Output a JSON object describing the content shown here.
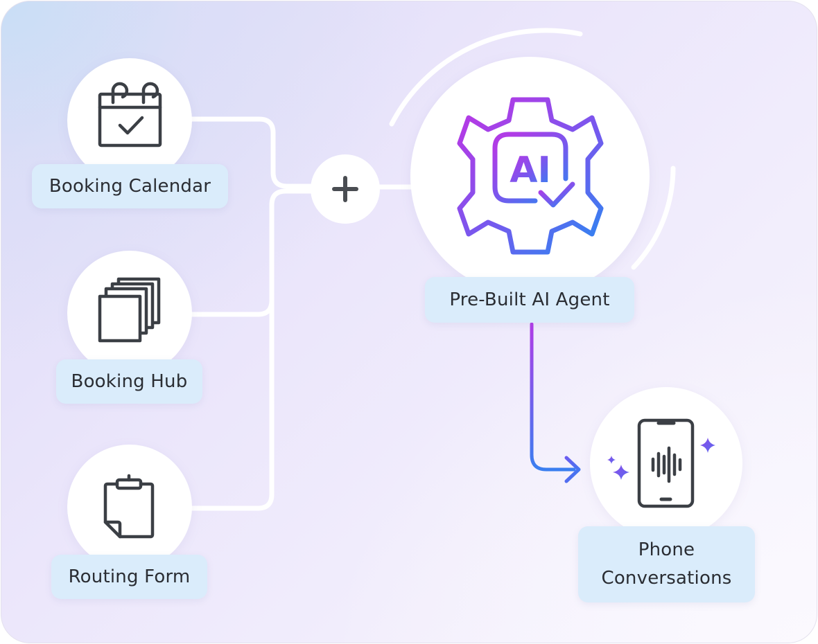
{
  "nodes": {
    "booking_calendar": {
      "label": "Booking Calendar",
      "icon": "calendar-check-icon"
    },
    "booking_hub": {
      "label": "Booking Hub",
      "icon": "stacked-pages-icon"
    },
    "routing_form": {
      "label": "Routing Form",
      "icon": "clipboard-icon"
    },
    "combine": {
      "icon": "plus-icon"
    },
    "ai_agent": {
      "label": "Pre-Built AI Agent",
      "icon": "ai-gear-icon",
      "icon_text": "AI"
    },
    "phone": {
      "label_line1": "Phone",
      "label_line2": "Conversations",
      "icon": "phone-voice-icon"
    }
  },
  "colors": {
    "gradient_start": "#b03ce6",
    "gradient_end": "#3a7ef0",
    "icon_stroke": "#3b3f45",
    "label_bg": "#daecfb",
    "connector": "#ffffff"
  }
}
